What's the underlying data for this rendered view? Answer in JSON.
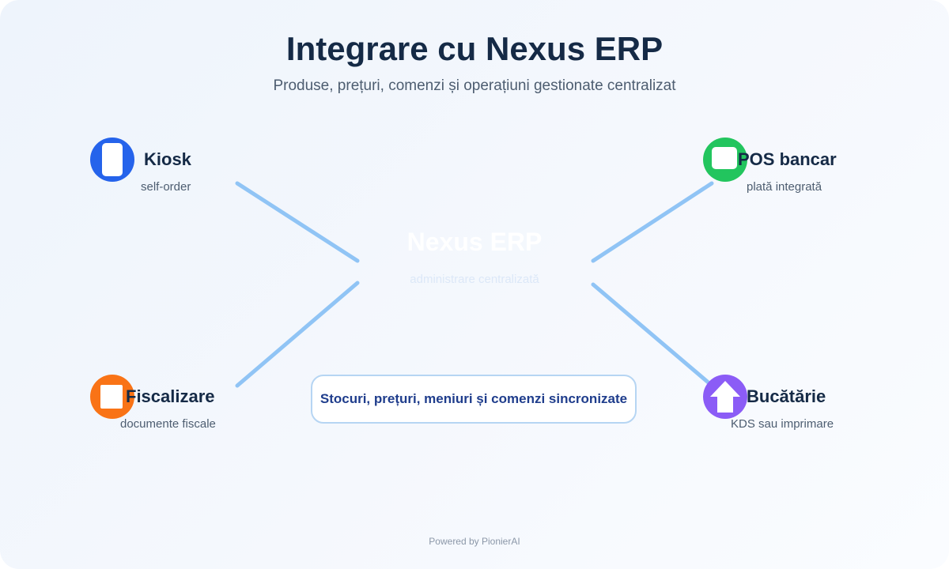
{
  "header": {
    "title": "Integrare cu Nexus ERP",
    "subtitle": "Produse, prețuri, comenzi și operațiuni gestionate centralizat"
  },
  "center": {
    "title": "Nexus ERP",
    "subtitle": "administrare centralizată"
  },
  "nodes": [
    {
      "id": "kiosk",
      "title": "Kiosk",
      "subtitle": "self-order",
      "icon": "tablet-icon",
      "color": "#2563eb"
    },
    {
      "id": "pos",
      "title": "POS bancar",
      "subtitle": "plată integrată",
      "icon": "card-terminal-icon",
      "color": "#22c55e"
    },
    {
      "id": "fiscal",
      "title": "Fiscalizare",
      "subtitle": "documente fiscale",
      "icon": "receipt-icon",
      "color": "#f97316"
    },
    {
      "id": "kitchen",
      "title": "Bucătărie",
      "subtitle": "KDS sau imprimare",
      "icon": "kitchen-house-icon",
      "color": "#8b5cf6"
    }
  ],
  "sync_note": "Stocuri, prețuri, meniuri și comenzi sincronizate",
  "footer": "Powered by PionierAI",
  "colors": {
    "connector": "#90c4f5",
    "title": "#152a46",
    "sync_text": "#1f3d8c"
  }
}
